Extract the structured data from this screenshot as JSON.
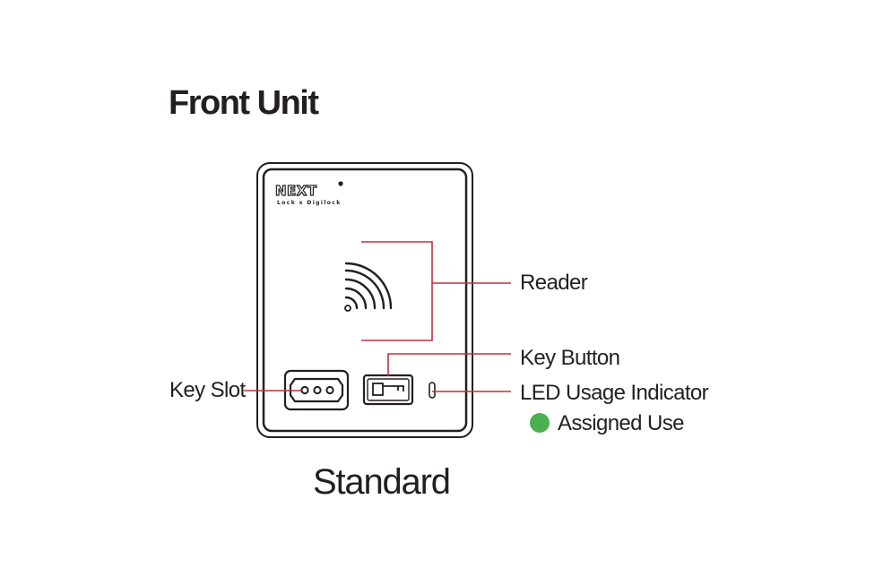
{
  "heading": "Front Unit",
  "caption": "Standard",
  "device": {
    "logo_text": "NEXT",
    "logo_subtext": "Lock x Digilock"
  },
  "callouts": {
    "reader": "Reader",
    "key_button": "Key Button",
    "key_slot": "Key Slot",
    "led_indicator": "LED Usage Indicator"
  },
  "legend": {
    "assigned_use": "Assigned Use"
  },
  "colors": {
    "outline": "#231f20",
    "leader_line": "#c0313b",
    "assigned_use_dot": "#4caf50",
    "background": "#ffffff"
  },
  "icons": {
    "reader": "contactless-wave-icon",
    "key_button": "key-icon",
    "key_slot": "three-pin-port-icon",
    "led": "led-indicator-icon"
  }
}
